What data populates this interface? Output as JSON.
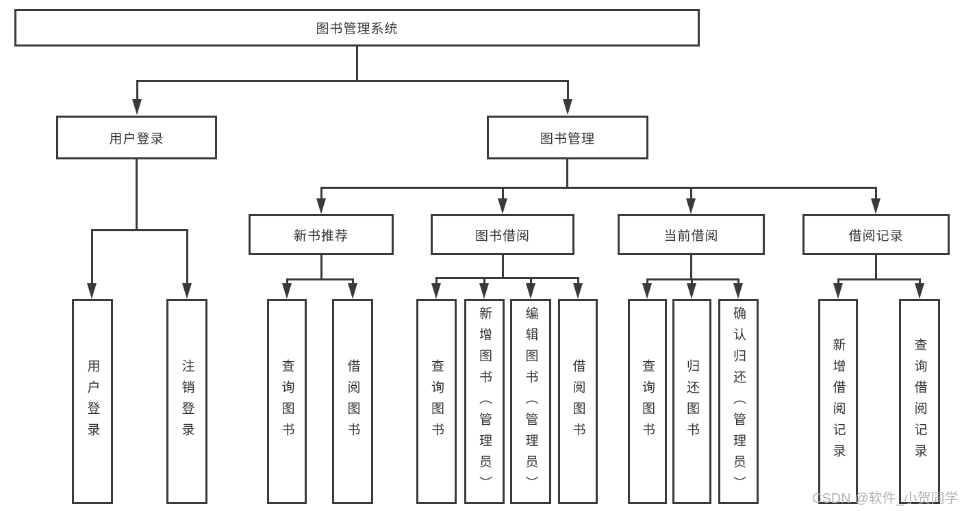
{
  "tree": {
    "label": "图书管理系统",
    "children": [
      {
        "label": "用户登录",
        "children": [
          {
            "label": "用户登录"
          },
          {
            "label": "注销登录"
          }
        ]
      },
      {
        "label": "图书管理",
        "children": [
          {
            "label": "新书推荐",
            "children": [
              {
                "label": "查询图书"
              },
              {
                "label": "借阅图书"
              }
            ]
          },
          {
            "label": "图书借阅",
            "children": [
              {
                "label": "查询图书"
              },
              {
                "label": "新增图书（管理员）"
              },
              {
                "label": "编辑图书（管理员）"
              },
              {
                "label": "借阅图书"
              }
            ]
          },
          {
            "label": "当前借阅",
            "children": [
              {
                "label": "查询图书"
              },
              {
                "label": "归还图书"
              },
              {
                "label": "确认归还（管理员）"
              }
            ]
          },
          {
            "label": "借阅记录",
            "children": [
              {
                "label": "新增借阅记录"
              },
              {
                "label": "查询借阅记录"
              }
            ]
          }
        ]
      }
    ]
  },
  "watermark": {
    "text": "CSDN @软件_小贺同学"
  },
  "colors": {
    "line": "#3a3a3a",
    "box_fill": "#ffffff",
    "text": "#333333",
    "watermark": "#b3b3b3"
  }
}
